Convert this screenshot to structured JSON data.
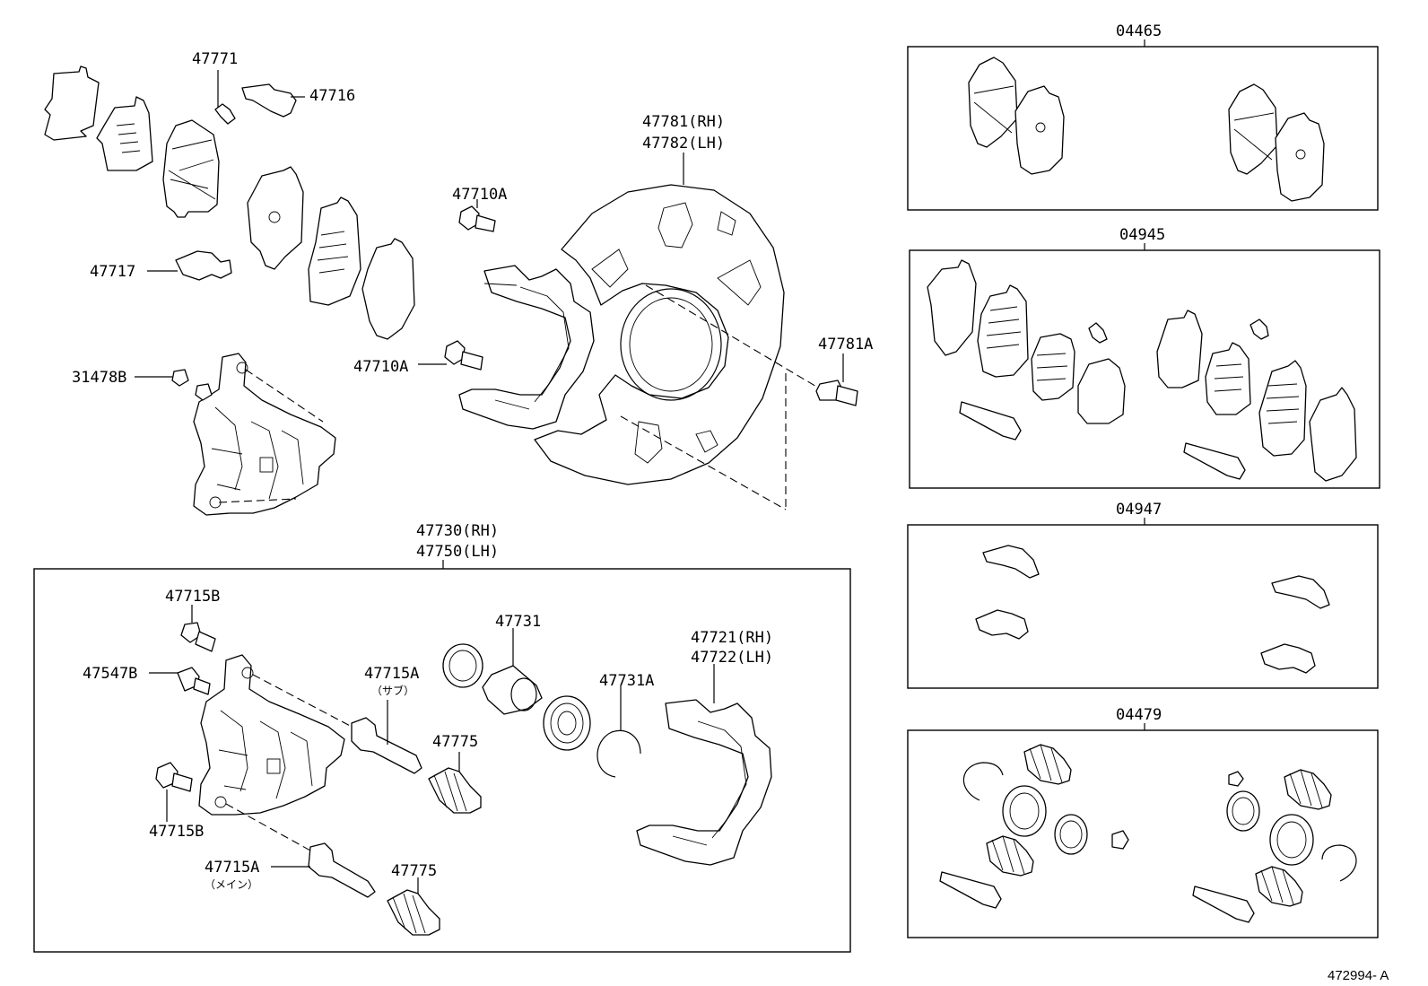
{
  "diagram": {
    "reference_code": "472994- A",
    "callouts": {
      "p47771": "47771",
      "p47716": "47716",
      "p47717": "47717",
      "p47710A_top": "47710A",
      "p47710A_mid": "47710A",
      "p31478B": "31478B",
      "p47781_rh": "47781(RH)",
      "p47782_lh": "47782(LH)",
      "p47781A": "47781A",
      "p47730_rh": "47730(RH)",
      "p47750_lh": "47750(LH)",
      "p47715B_top": "47715B",
      "p47547B": "47547B",
      "p47715B_bot": "47715B",
      "p47715A_top": "47715A",
      "p47715A_top_note": "（サブ）",
      "p47715A_bot": "47715A",
      "p47715A_bot_note": "（メイン）",
      "p47731": "47731",
      "p47731A": "47731A",
      "p47775_top": "47775",
      "p47775_bot": "47775",
      "p47721_rh": "47721(RH)",
      "p47722_lh": "47722(LH)"
    },
    "kits": [
      {
        "code": "04465"
      },
      {
        "code": "04945"
      },
      {
        "code": "04947"
      },
      {
        "code": "04479"
      }
    ]
  }
}
